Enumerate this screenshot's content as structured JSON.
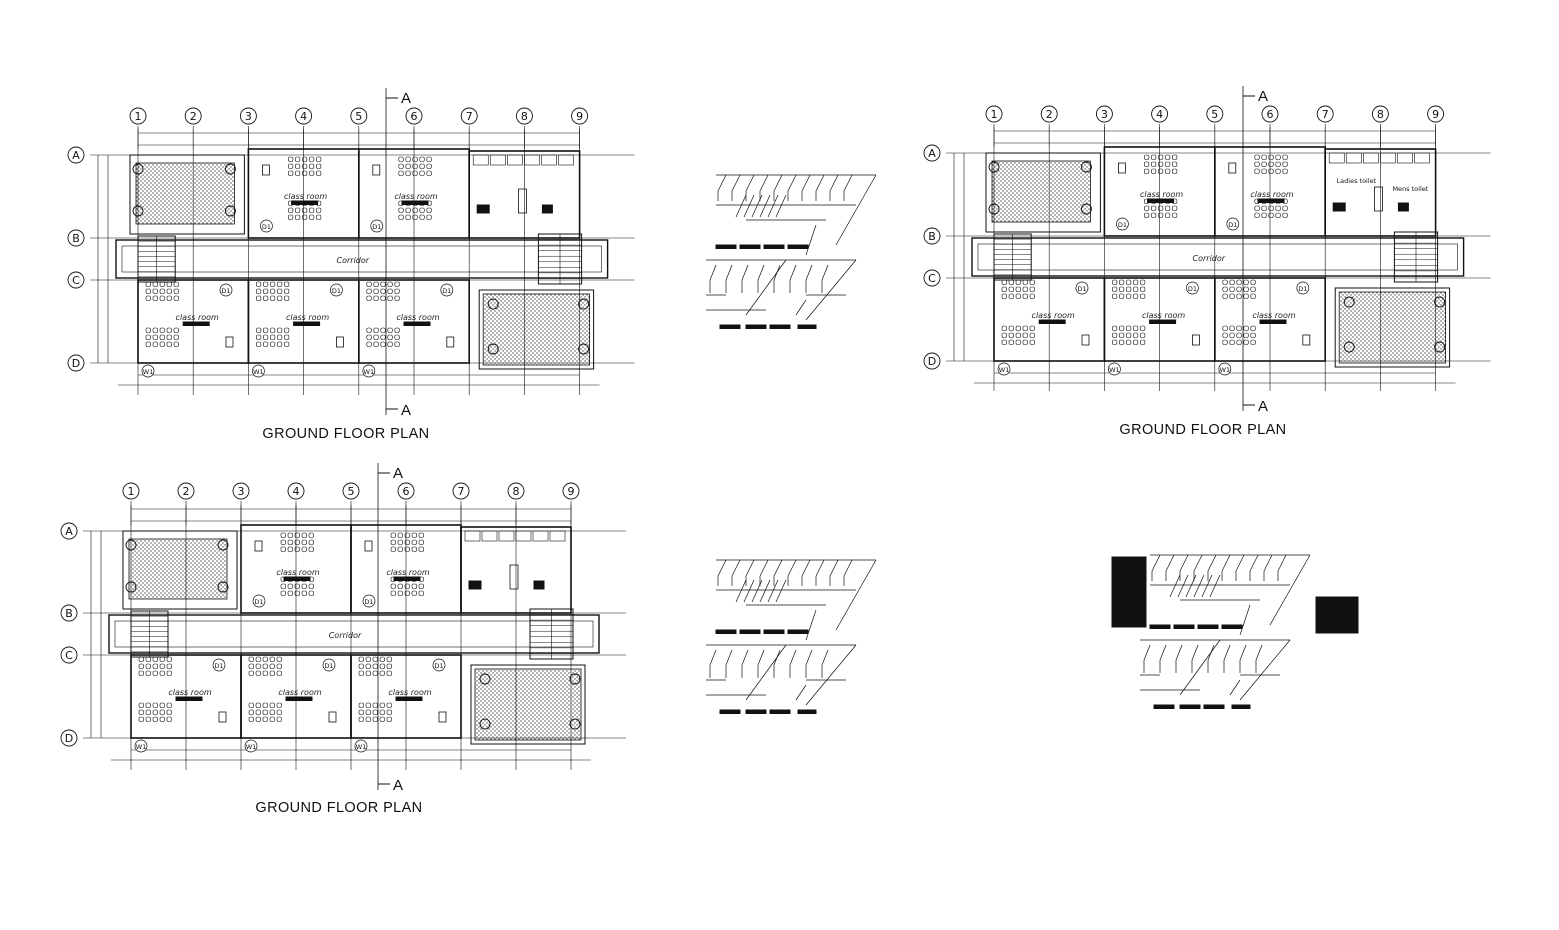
{
  "drawings": [
    {
      "caption": "GROUND FLOOR PLAN",
      "section_mark": "A",
      "grid_columns": [
        "1",
        "2",
        "3",
        "4",
        "5",
        "6",
        "7",
        "8",
        "9"
      ],
      "grid_rows": [
        "A",
        "B",
        "C",
        "D"
      ],
      "corridor_label": "Corridor",
      "room_label": "class room",
      "door_tag": "D1",
      "window_tag": "W1"
    },
    {
      "caption": "GROUND FLOOR PLAN",
      "section_mark": "A",
      "grid_columns": [
        "1",
        "2",
        "3",
        "4",
        "5",
        "6",
        "7",
        "8",
        "9"
      ],
      "grid_rows": [
        "A",
        "B",
        "C",
        "D"
      ],
      "corridor_label": "Corridor",
      "room_label": "class room",
      "door_tag": "D1",
      "window_tag": "W1",
      "toilet_labels": [
        "Ladies toilet",
        "Mens toilet"
      ]
    },
    {
      "caption": "GROUND FLOOR PLAN",
      "section_mark": "A",
      "grid_columns": [
        "1",
        "2",
        "3",
        "4",
        "5",
        "6",
        "7",
        "8",
        "9"
      ],
      "grid_rows": [
        "A",
        "B",
        "C",
        "D"
      ],
      "corridor_label": "Corridor",
      "room_label": "class room",
      "door_tag": "D1",
      "window_tag": "W1"
    }
  ],
  "colors": {
    "line": "#111111",
    "paper": "#ffffff",
    "hatch": "#444444"
  }
}
